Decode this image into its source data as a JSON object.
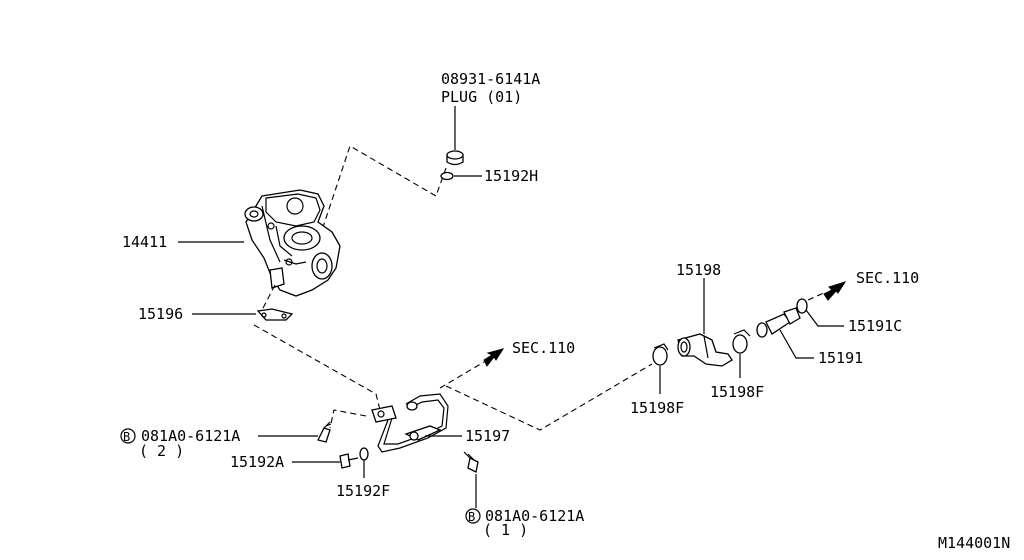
{
  "labels": {
    "plug_part_no": "08931-6141A",
    "plug_name": "PLUG (01)",
    "washer_15192h": "15192H",
    "turbo_14411": "14411",
    "gasket_15196": "15196",
    "sec110_left": "SEC.110",
    "hose_15198": "15198",
    "sec110_right": "SEC.110",
    "washer_15191c": "15191C",
    "connector_15191": "15191",
    "clamp_15198f_right": "15198F",
    "clamp_15198f_left": "15198F",
    "tube_15197": "15197",
    "bolt_b_marker_2": "B",
    "bolt_left_part_no": "081A0-6121A",
    "bolt_left_qty": "( 2 )",
    "bolt_15192a": "15192A",
    "washer_15192f": "15192F",
    "bolt_b_marker_1": "B",
    "bolt_bottom_part_no": "081A0-6121A",
    "bolt_bottom_qty": "( 1 )",
    "diagram_code": "M144001N"
  }
}
